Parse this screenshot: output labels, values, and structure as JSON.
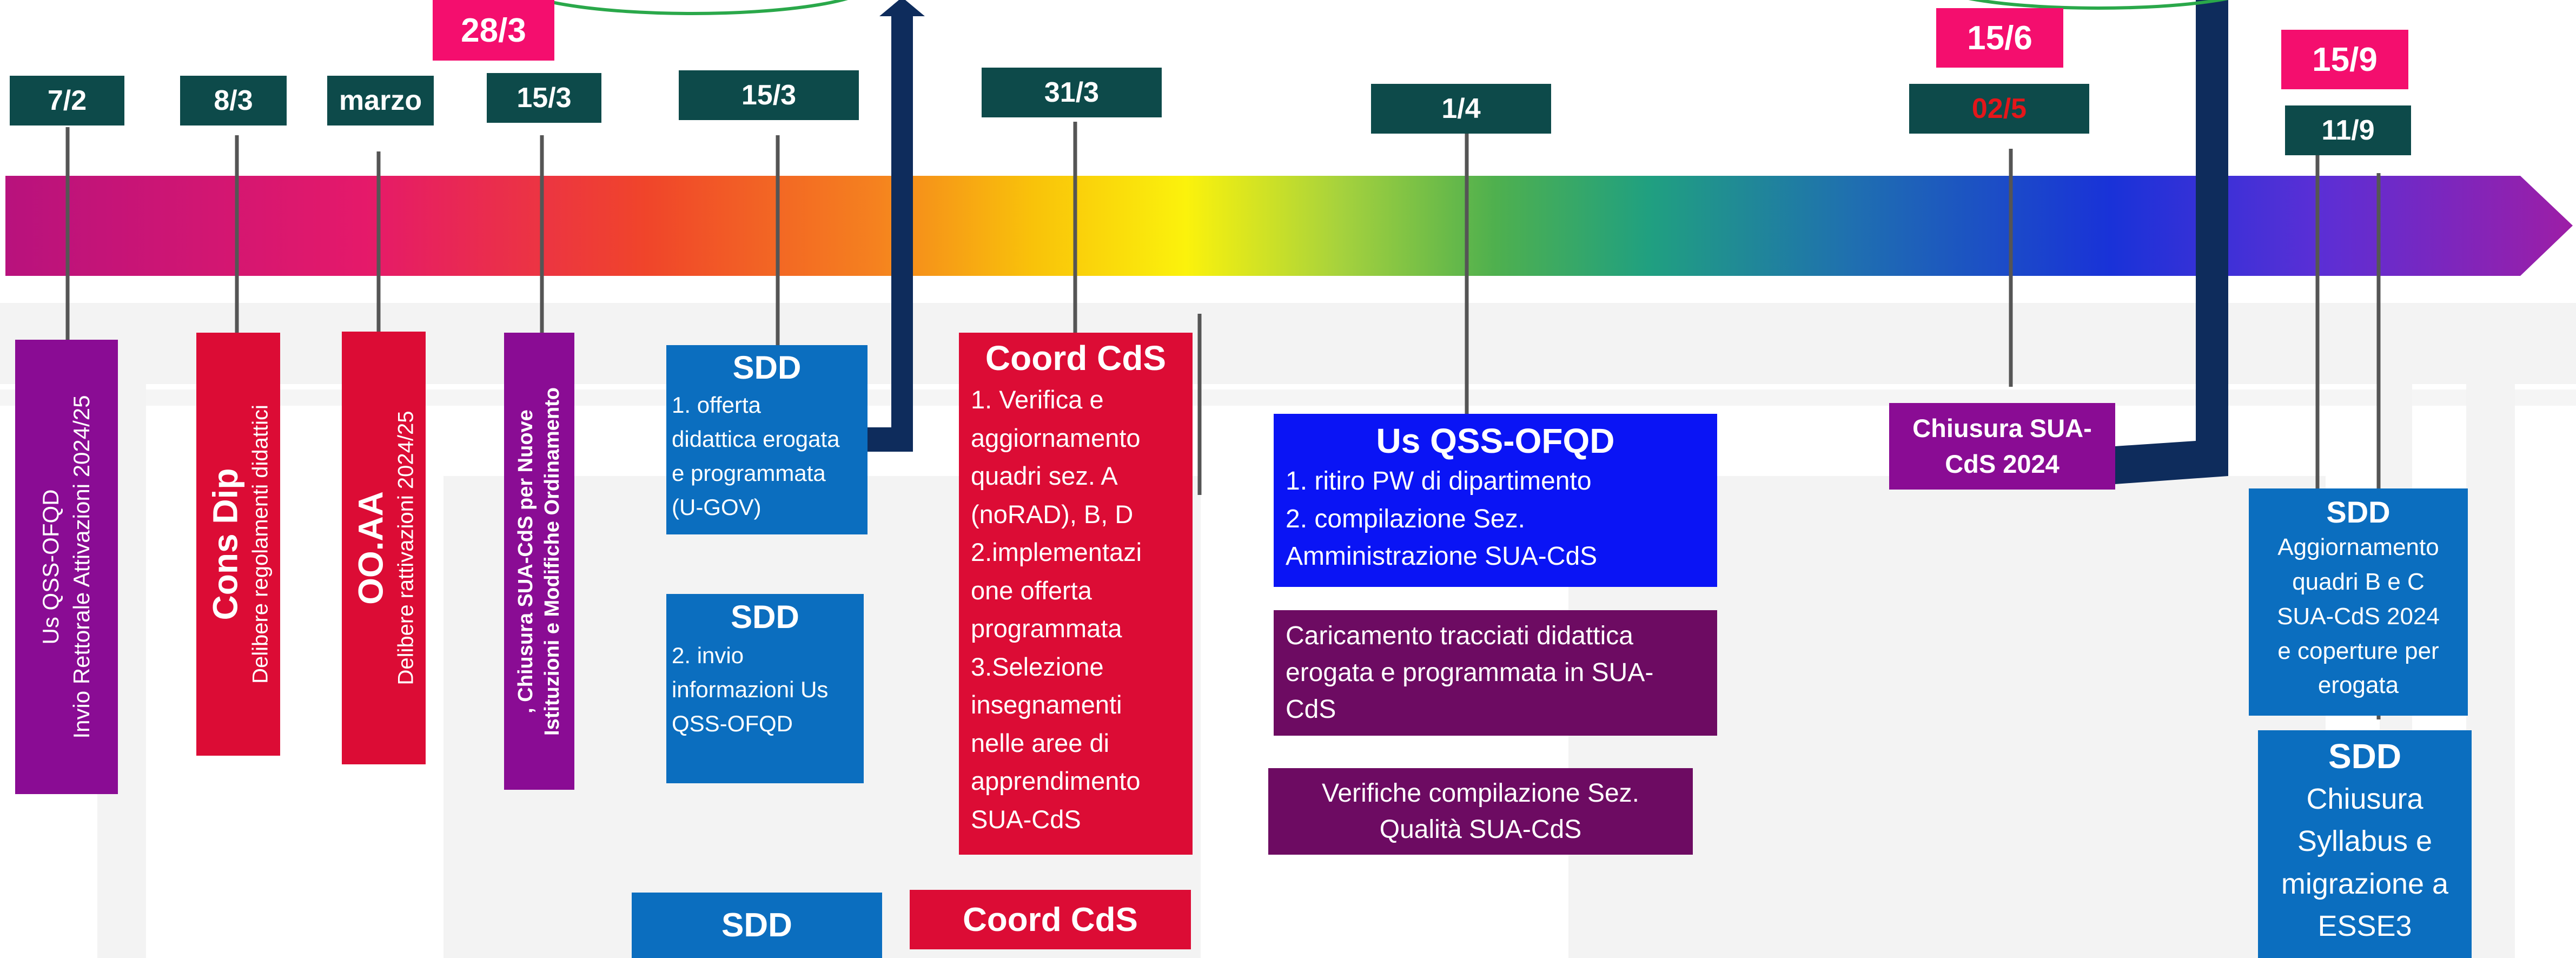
{
  "colors": {
    "dark_label": "#0d4a4a",
    "pink_label": "#f40e6e",
    "purple": "#8a0c94",
    "crimson": "#dc0c35",
    "blue": "#0b6ebf",
    "bright_blue": "#0a14f5",
    "plum": "#6d0b62",
    "arrow_navy": "#0e2c5c"
  },
  "dates": {
    "d_7_2": "7/2",
    "d_8_3": "8/3",
    "d_marzo": "marzo",
    "d_15_3_a": "15/3",
    "d_15_3_b": "15/3",
    "d_31_3": "31/3",
    "d_1_4": "1/4",
    "d_02_5": "02/5",
    "d_11_9": "11/9",
    "p_28_3": "28/3",
    "p_15_6": "15/6",
    "p_15_9": "15/9"
  },
  "rotated": {
    "us_qss": {
      "line1": "Us QSS-OFQD",
      "line2": "Invio Rettorale Attivazioni 2024/25"
    },
    "cons_dip": {
      "title": "Cons Dip",
      "line1": "Delibere regolamenti didattici"
    },
    "ooaa": {
      "title": "OO.AA",
      "line1": "Delibere rattivazioni 2024/25"
    },
    "chiusura_nuove": {
      "line1": ", Chiusura SUA-CdS per Nuove",
      "line2": "Istituzioni e Modifiche Ordinamento"
    }
  },
  "boxes": {
    "sdd_1": {
      "title": "SDD",
      "lines": [
        "1. offerta",
        "didattica erogata",
        "e programmata",
        "(U-GOV)"
      ]
    },
    "sdd_2": {
      "title": "SDD",
      "lines": [
        "2. invio",
        "informazioni Us",
        "QSS-OFQD"
      ]
    },
    "sdd_bottom": {
      "title": "SDD"
    },
    "coord_cds": {
      "title": "Coord CdS",
      "lines": [
        "1. Verifica e",
        "aggiornamento",
        "quadri sez. A",
        "(noRAD), B, D",
        "2.implementazi",
        "one offerta",
        "programmata",
        "3.Selezione",
        "insegnamenti",
        "nelle aree di",
        "apprendimento",
        "SUA-CdS"
      ]
    },
    "coord_cds_bottom": {
      "title": "Coord CdS"
    },
    "us_qss_ofqd": {
      "title": "Us QSS-OFQD",
      "lines": [
        "1. ritiro PW di dipartimento",
        "2. compilazione Sez.",
        "Amministrazione SUA-CdS"
      ]
    },
    "caricamento": {
      "lines": [
        "Caricamento tracciati didattica",
        "erogata e programmata in SUA-",
        "CdS"
      ]
    },
    "verifiche": {
      "lines": [
        "Verifiche compilazione Sez.",
        "Qualità SUA-CdS"
      ]
    },
    "chiusura_2024": {
      "lines": [
        "Chiusura SUA-",
        "CdS 2024"
      ]
    },
    "sdd_right_1": {
      "title": "SDD",
      "lines": [
        "Aggiornamento",
        "quadri B e C",
        "SUA-CdS 2024",
        "e coperture per",
        "erogata"
      ]
    },
    "sdd_right_2": {
      "title": "SDD",
      "lines": [
        "Chiusura",
        "Syllabus e",
        "migrazione a",
        "ESSE3"
      ]
    }
  }
}
